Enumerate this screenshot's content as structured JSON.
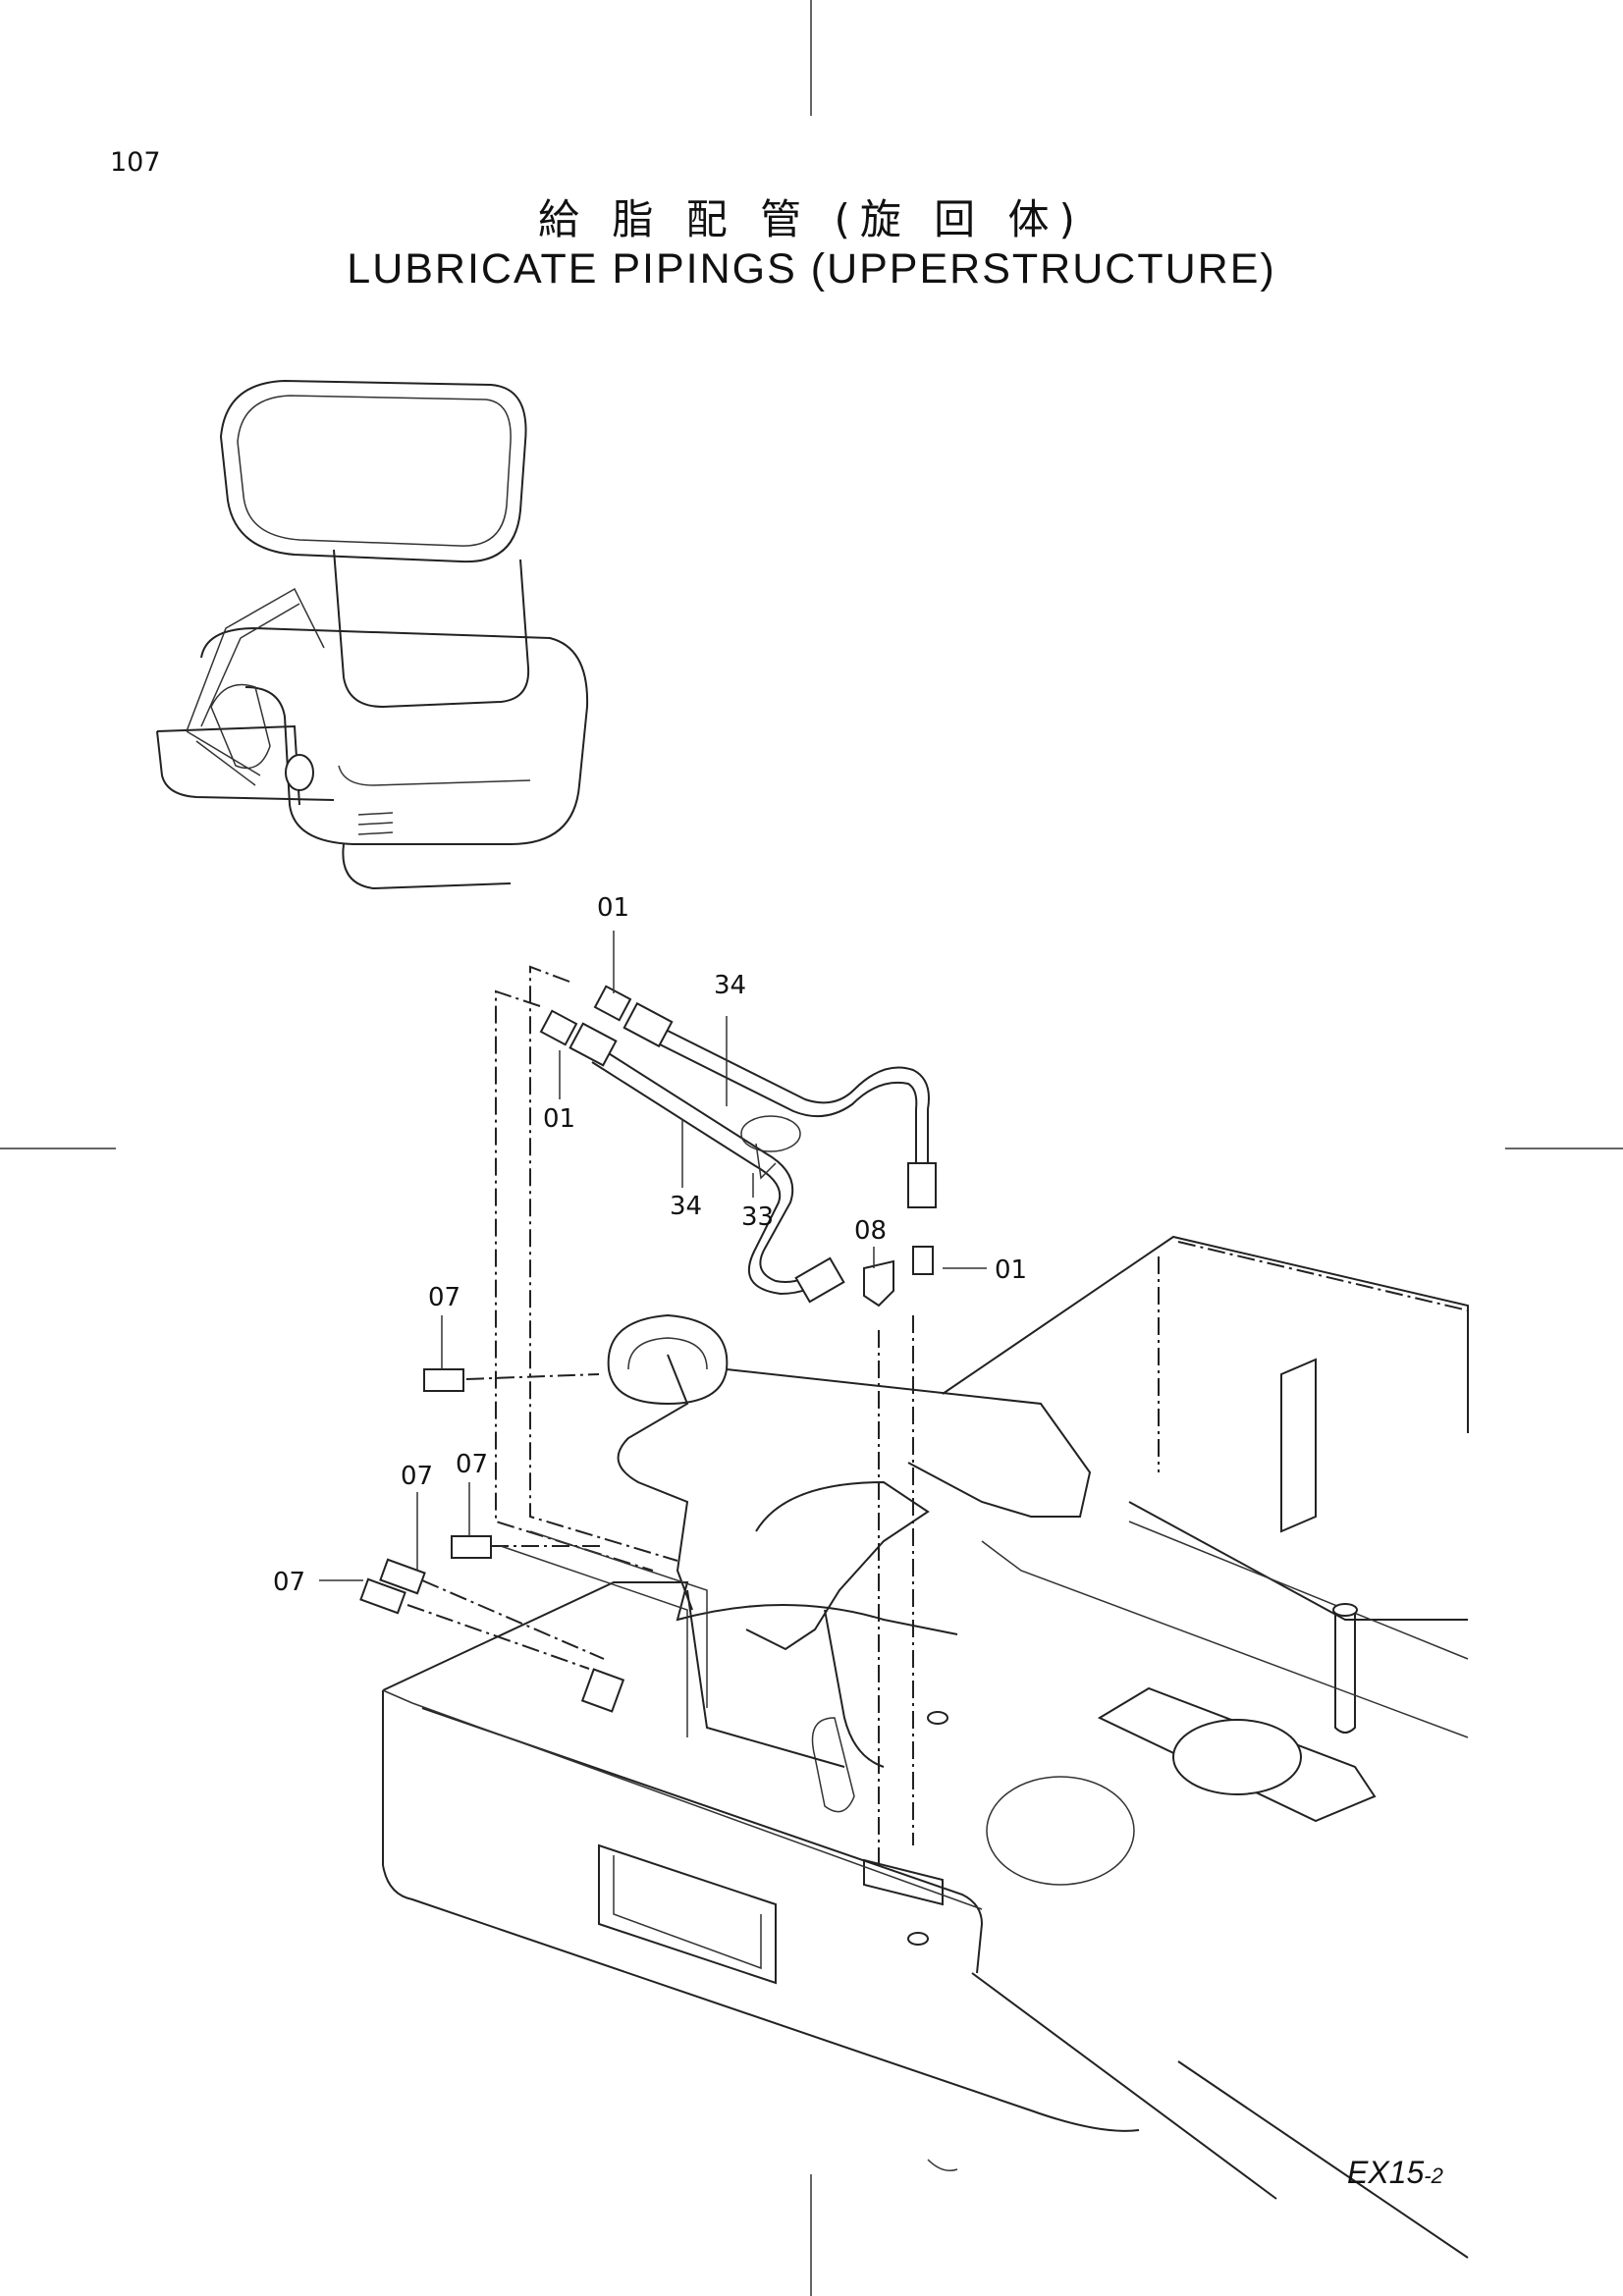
{
  "page_number": "107",
  "title_jp": "給 脂 配 管 (旋 回 体)",
  "title_en": "LUBRICATE PIPINGS (UPPERSTRUCTURE)",
  "model_code": "EX15",
  "model_code_suffix": "-2",
  "part_labels": {
    "01_top": "01",
    "01_left": "01",
    "01_right": "01",
    "34_top": "34",
    "34_bottom": "34",
    "33": "33",
    "08": "08",
    "07_upper": "07",
    "07_middle_a": "07",
    "07_middle_b": "07",
    "07_lower": "07"
  }
}
